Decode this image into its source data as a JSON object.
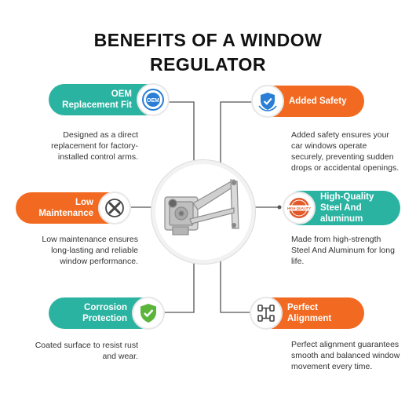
{
  "title": {
    "line1": "BENEFITS OF A WINDOW",
    "line2": "REGULATOR"
  },
  "benefits": [
    {
      "label": "OEM Replacement Fit",
      "desc": "Designed as a direct replacement for factory-installed control arms.",
      "color": "#2bb3a1",
      "icon": "oem-badge-icon",
      "badge_text": "OEM"
    },
    {
      "label": "Added Safety",
      "desc": "Added safety ensures your car windows operate securely, preventing sudden drops or accidental openings.",
      "color": "#f26a21",
      "icon": "shield-check-icon"
    },
    {
      "label": "Low Maintenance",
      "desc": "Low maintenance ensures long-lasting and reliable window performance.",
      "color": "#f26a21",
      "icon": "wrench-screwdriver-icon"
    },
    {
      "label": "High-Quality Steel And aluminum",
      "desc": "Made from high-strength Steel And Aluminum for long life.",
      "color": "#2bb3a1",
      "icon": "quality-stamp-icon",
      "badge_text": "HIGH QUALITY"
    },
    {
      "label": "Corrosion Protection",
      "desc": "Coated surface to resist rust and wear.",
      "color": "#2bb3a1",
      "icon": "shield-check-icon"
    },
    {
      "label": "Perfect Alignment",
      "desc": "Perfect alignment guarantees smooth and balanced window movement every time.",
      "color": "#f26a21",
      "icon": "wheel-alignment-icon"
    }
  ],
  "center_image": "window-regulator-image"
}
